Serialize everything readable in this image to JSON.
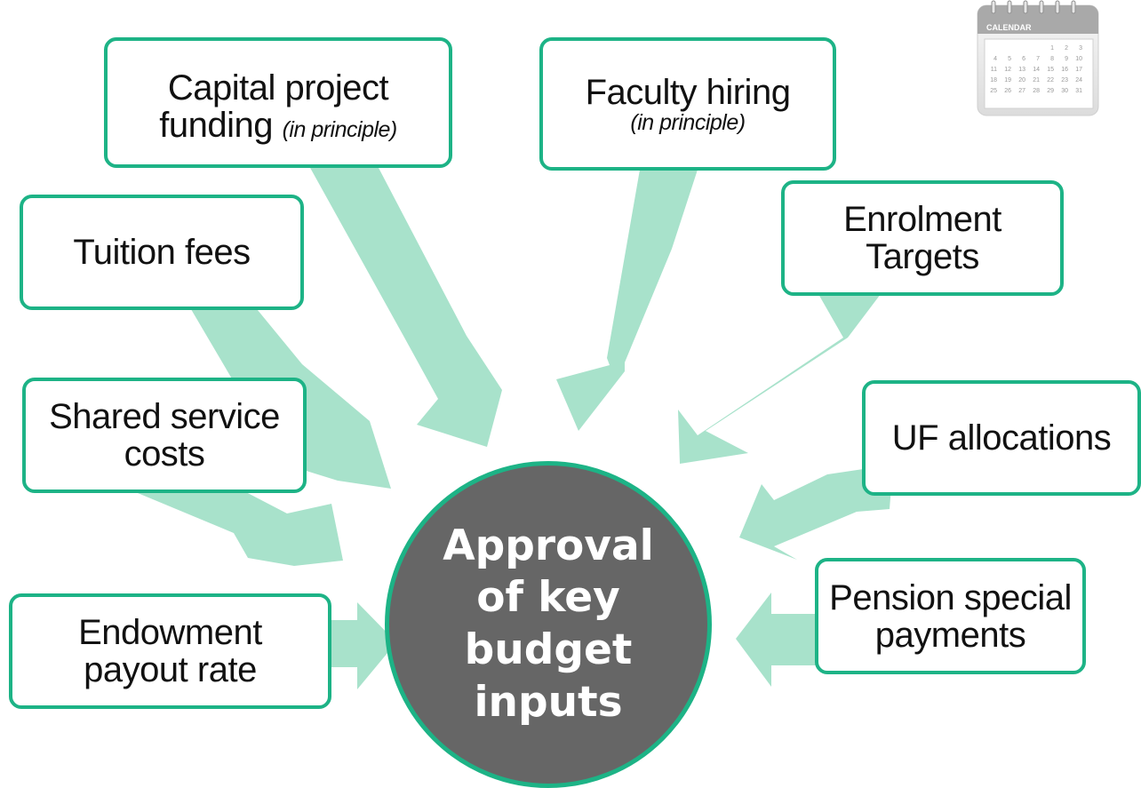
{
  "diagram": {
    "center": {
      "label": "Approval\nof  key\nbudget\ninputs"
    },
    "inputs": {
      "capital_project": {
        "label": "Capital project",
        "label_line2": "funding",
        "note": "(in principle)"
      },
      "faculty_hiring": {
        "label": "Faculty hiring",
        "note": "(in principle)"
      },
      "tuition_fees": {
        "label": "Tuition fees"
      },
      "enrolment_targets": {
        "label": "Enrolment",
        "label_line2": "Targets"
      },
      "shared_service": {
        "label": "Shared service",
        "label_line2": "costs"
      },
      "uf_allocations": {
        "label": "UF allocations"
      },
      "endowment": {
        "label": "Endowment",
        "label_line2": "payout rate"
      },
      "pension": {
        "label": "Pension special",
        "label_line2": "payments"
      }
    }
  },
  "calendar": {
    "title": "CALENDAR",
    "days": [
      "1",
      "2",
      "3",
      "4",
      "5",
      "6",
      "7",
      "8",
      "9",
      "10",
      "11",
      "12",
      "13",
      "14",
      "15",
      "16",
      "17",
      "18",
      "19",
      "20",
      "21",
      "22",
      "23",
      "24",
      "25",
      "26",
      "27",
      "28",
      "29",
      "30",
      "31"
    ]
  },
  "colors": {
    "accent": "#1db386",
    "arrow": "#a8e2cb",
    "hub_fill": "#666666",
    "hub_text": "#ffffff"
  }
}
